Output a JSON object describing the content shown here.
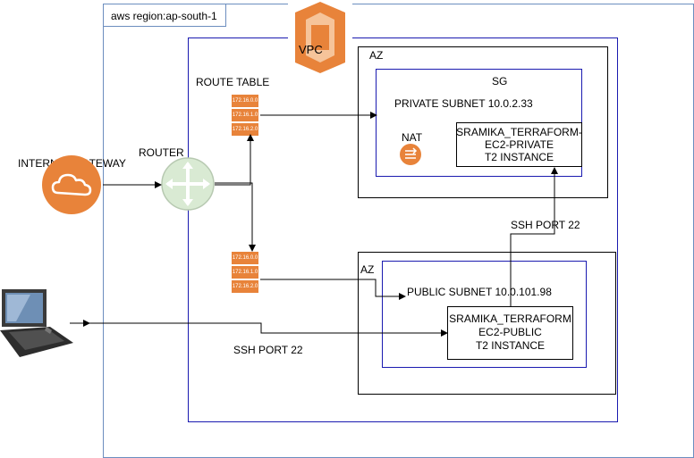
{
  "region": {
    "label": "aws region:ap-south-1"
  },
  "vpc": {
    "label": "VPC"
  },
  "route_table": {
    "label": "ROUTE TABLE",
    "entries": [
      "172.16.0.0",
      "172.16.1.0",
      "172.16.2.0"
    ]
  },
  "router": {
    "label": "ROUTER"
  },
  "internet_gateway": {
    "label": "INTERNET GATEWAY"
  },
  "az_private": {
    "label": "AZ",
    "sg_label": "SG",
    "subnet_label": "PRIVATE SUBNET 10.0.2.33",
    "nat_label": "NAT",
    "instance": {
      "line1": "SRAMIKA_TERRAFORM-",
      "line2": "EC2-PRIVATE",
      "line3": "T2 INSTANCE"
    }
  },
  "az_public": {
    "label": "AZ",
    "subnet_label": "PUBLIC SUBNET 10.0.101.98",
    "instance": {
      "line1": "SRAMIKA_TERRAFORM",
      "line2": "EC2-PUBLIC",
      "line3": "T2 INSTANCE"
    }
  },
  "ssh_private_label": "SSH PORT 22",
  "ssh_public_label": "SSH PORT 22",
  "colors": {
    "vpc_border": "#1a1ab0",
    "aws_orange": "#e8833a",
    "router_green": "#d9ead3"
  }
}
